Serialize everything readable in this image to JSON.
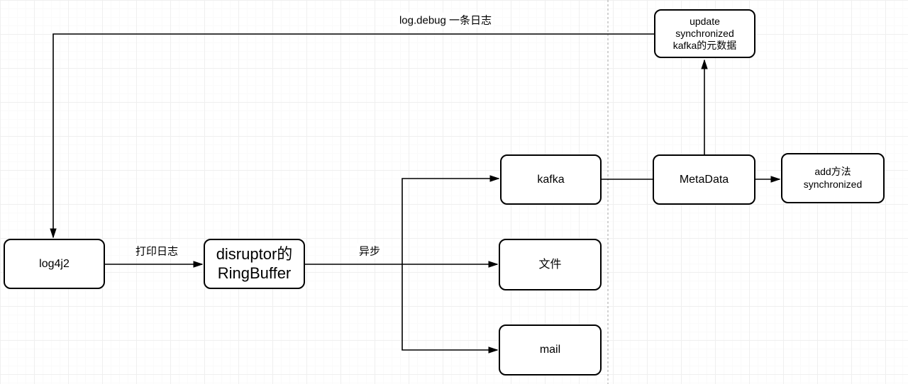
{
  "diagram": {
    "title": "log4j2 disruptor ringbuffer kafka metadata flow",
    "nodes": {
      "log4j2": {
        "label": "log4j2"
      },
      "ringbuffer": {
        "label": "disruptor的\nRingBuffer"
      },
      "kafka": {
        "label": "kafka"
      },
      "file": {
        "label": "文件"
      },
      "mail": {
        "label": "mail"
      },
      "metadata": {
        "label": "MetaData"
      },
      "update_sync": {
        "label": "update\nsynchronized\nkafka的元数据"
      },
      "add_sync": {
        "label": "add方法\nsynchronized"
      }
    },
    "edge_labels": {
      "log_debug": "log.debug 一条日志",
      "print_log": "打印日志",
      "async": "异步"
    },
    "colors": {
      "stroke": "#000000",
      "node_fill": "#ffffff",
      "divider_dashed": "#b3b3b3",
      "grid_major": "#efefef",
      "grid_minor": "#fafafa"
    }
  }
}
